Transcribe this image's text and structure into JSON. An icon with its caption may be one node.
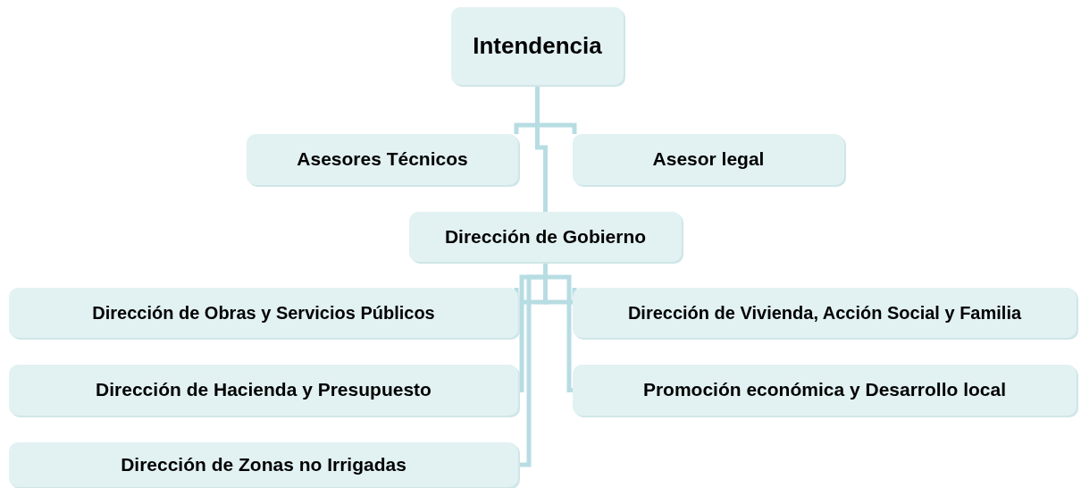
{
  "diagram": {
    "nodes": [
      {
        "text": [
          "Intendencia"
        ]
      },
      {
        "text": [
          "Asesores Técnicos"
        ]
      },
      {
        "text": [
          "Asesor legal"
        ]
      },
      {
        "text": [
          "Dirección de Gobierno"
        ]
      },
      {
        "text": [
          "Dirección de Obras y Servicios Públicos"
        ]
      },
      {
        "text": [
          "Dirección de Vivienda, Acción Social y Familia"
        ]
      },
      {
        "text": [
          "Dirección de Hacienda y Presupuesto"
        ]
      },
      {
        "text": [
          "Promoción económica y Desarrollo local"
        ]
      },
      {
        "text": [
          "Dirección de Zonas no Irrigadas"
        ]
      }
    ],
    "edges": [
      {
        "from": 0,
        "to": 1,
        "arrow": "none"
      },
      {
        "from": 0,
        "to": 2,
        "arrow": "none"
      },
      {
        "from": 0,
        "to": 3,
        "arrow": "none"
      },
      {
        "from": 3,
        "to": 4,
        "arrow": "none"
      },
      {
        "from": 3,
        "to": 5,
        "arrow": "none"
      },
      {
        "from": 3,
        "to": 6,
        "arrow": "none"
      },
      {
        "from": 3,
        "to": 7,
        "arrow": "none"
      },
      {
        "from": 3,
        "to": 8,
        "arrow": "none"
      }
    ]
  }
}
